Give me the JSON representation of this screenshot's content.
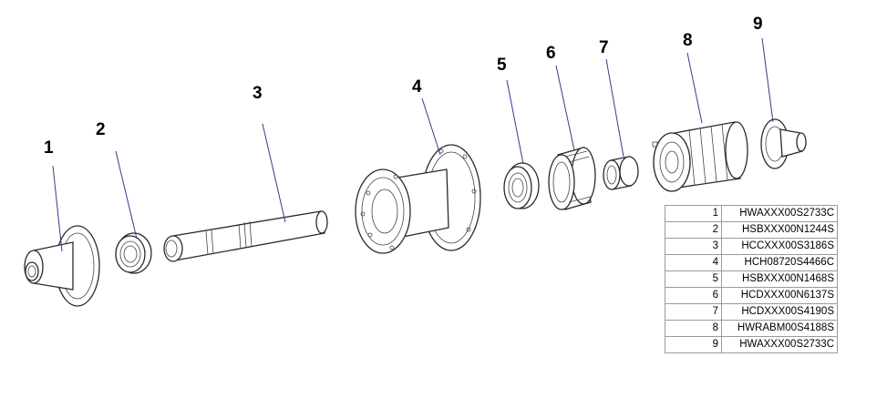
{
  "callouts": [
    "1",
    "2",
    "3",
    "4",
    "5",
    "6",
    "7",
    "8",
    "9"
  ],
  "parts_table": {
    "rows": [
      {
        "num": "1",
        "code": "HWAXXX00S2733C"
      },
      {
        "num": "2",
        "code": "HSBXXX00N1244S"
      },
      {
        "num": "3",
        "code": "HCCXXX00S3186S"
      },
      {
        "num": "4",
        "code": "HCH08720S4466C"
      },
      {
        "num": "5",
        "code": "HSBXXX00N1468S"
      },
      {
        "num": "6",
        "code": "HCDXXX00N6137S"
      },
      {
        "num": "7",
        "code": "HCDXXX00S4190S"
      },
      {
        "num": "8",
        "code": "HWRABM00S4188S"
      },
      {
        "num": "9",
        "code": "HWAXXX00S2733C"
      }
    ]
  },
  "icons": [
    "end-cap-icon",
    "bearing-icon",
    "axle-icon",
    "hub-shell-icon",
    "bearing-icon",
    "driver-bearing-icon",
    "spacer-icon",
    "freehub-body-icon",
    "end-cap-icon"
  ]
}
